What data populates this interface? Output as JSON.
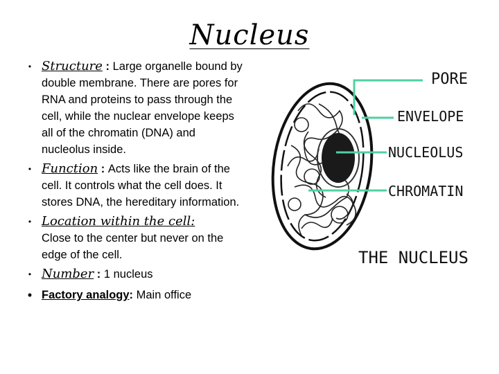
{
  "title": "Nucleus",
  "bullets": [
    {
      "term": "Structure",
      "colon": " : ",
      "text": "Large organelle bound by double membrane. There are pores for RNA and proteins to pass through the cell, while the nuclear envelope keeps all of the chromatin (DNA) and nucleolus inside."
    },
    {
      "term": "Function",
      "colon": " : ",
      "text": "Acts like the brain of the cell. It controls what the cell does. It stores DNA, the hereditary information."
    },
    {
      "term": "Location within the cell:",
      "text": "Close to the center but never on the edge of the cell."
    },
    {
      "term": "Number",
      "colon": " : ",
      "text": "1 nucleus"
    },
    {
      "term": "Factory analogy",
      "colon": ":",
      "text": " Main office"
    }
  ],
  "diagram": {
    "labels": {
      "pore": "PORE",
      "envelope": "ENVELOPE",
      "nucleolus": "NUCLEOLUS",
      "chromatin": "CHROMATIN"
    },
    "caption": "THE NUCLEUS",
    "pointer_color": "#4fd1a1"
  }
}
